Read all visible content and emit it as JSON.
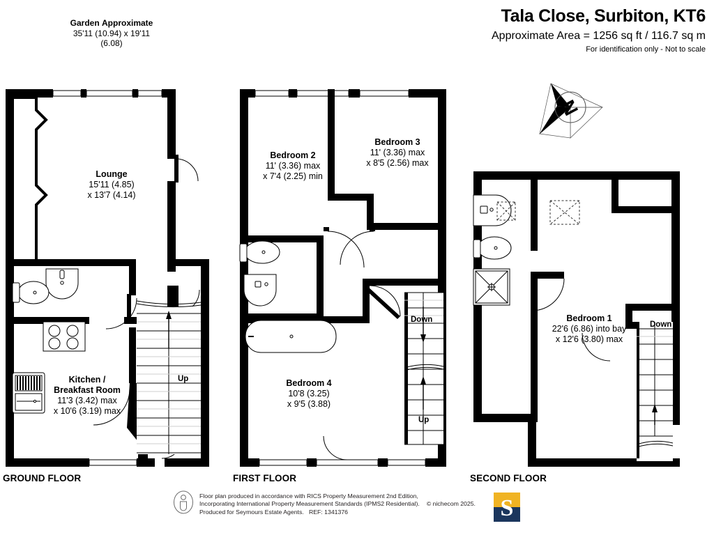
{
  "header": {
    "title": "Tala Close, Surbiton, KT6",
    "area": "Approximate Area = 1256 sq ft / 116.7 sq m",
    "disclaimer": "For identification only - Not to scale"
  },
  "garden": {
    "name": "Garden",
    "approx": "Approximate",
    "dim1": "35'11 (10.94)",
    "dim2": "x 19'11 (6.08)"
  },
  "compass": {
    "icon": "compass-rose-icon",
    "north_label": "N"
  },
  "floors": [
    {
      "caption": "GROUND FLOOR"
    },
    {
      "caption": "FIRST FLOOR"
    },
    {
      "caption": "SECOND FLOOR"
    }
  ],
  "rooms": {
    "lounge": {
      "name": "Lounge",
      "dim1": "15'11 (4.85)",
      "dim2": "x 13'7 (4.14)"
    },
    "kitchen": {
      "name_line1": "Kitchen /",
      "name_line2": "Breakfast Room",
      "dim1": "11'3 (3.42) max",
      "dim2": "x 10'6 (3.19) max"
    },
    "bedroom2": {
      "name": "Bedroom 2",
      "dim1": "11' (3.36) max",
      "dim2": "x 7'4 (2.25) min"
    },
    "bedroom3": {
      "name": "Bedroom 3",
      "dim1": "11' (3.36) max",
      "dim2": "x 8'5 (2.56) max"
    },
    "bedroom4": {
      "name": "Bedroom 4",
      "dim1": "10'8 (3.25)",
      "dim2": "x 9'5 (3.88)"
    },
    "bedroom1": {
      "name": "Bedroom 1",
      "dim1": "22'6 (6.86) into bay",
      "dim2": "x 12'6 (3.80) max"
    }
  },
  "stairs": {
    "ground_up": "Up",
    "first_down": "Down",
    "first_up": "Up",
    "second_down": "Down"
  },
  "footer": {
    "line1": "Floor plan produced in accordance with RICS Property Measurement 2nd Edition,",
    "line2": "Incorporating International Property Measurement Standards (IPMS2 Residential).",
    "line3": "Produced for Seymours Estate Agents.",
    "ref": "REF: 1341376",
    "copyright": "© nichecom 2025.",
    "logo_letter": "S",
    "logo_colors": {
      "top": "#f0b323",
      "bottom": "#1b365d"
    }
  },
  "colors": {
    "wall": "#000000",
    "background": "#ffffff",
    "fixture_line": "#1a1a1a",
    "stair_line": "#bfbfbf"
  }
}
